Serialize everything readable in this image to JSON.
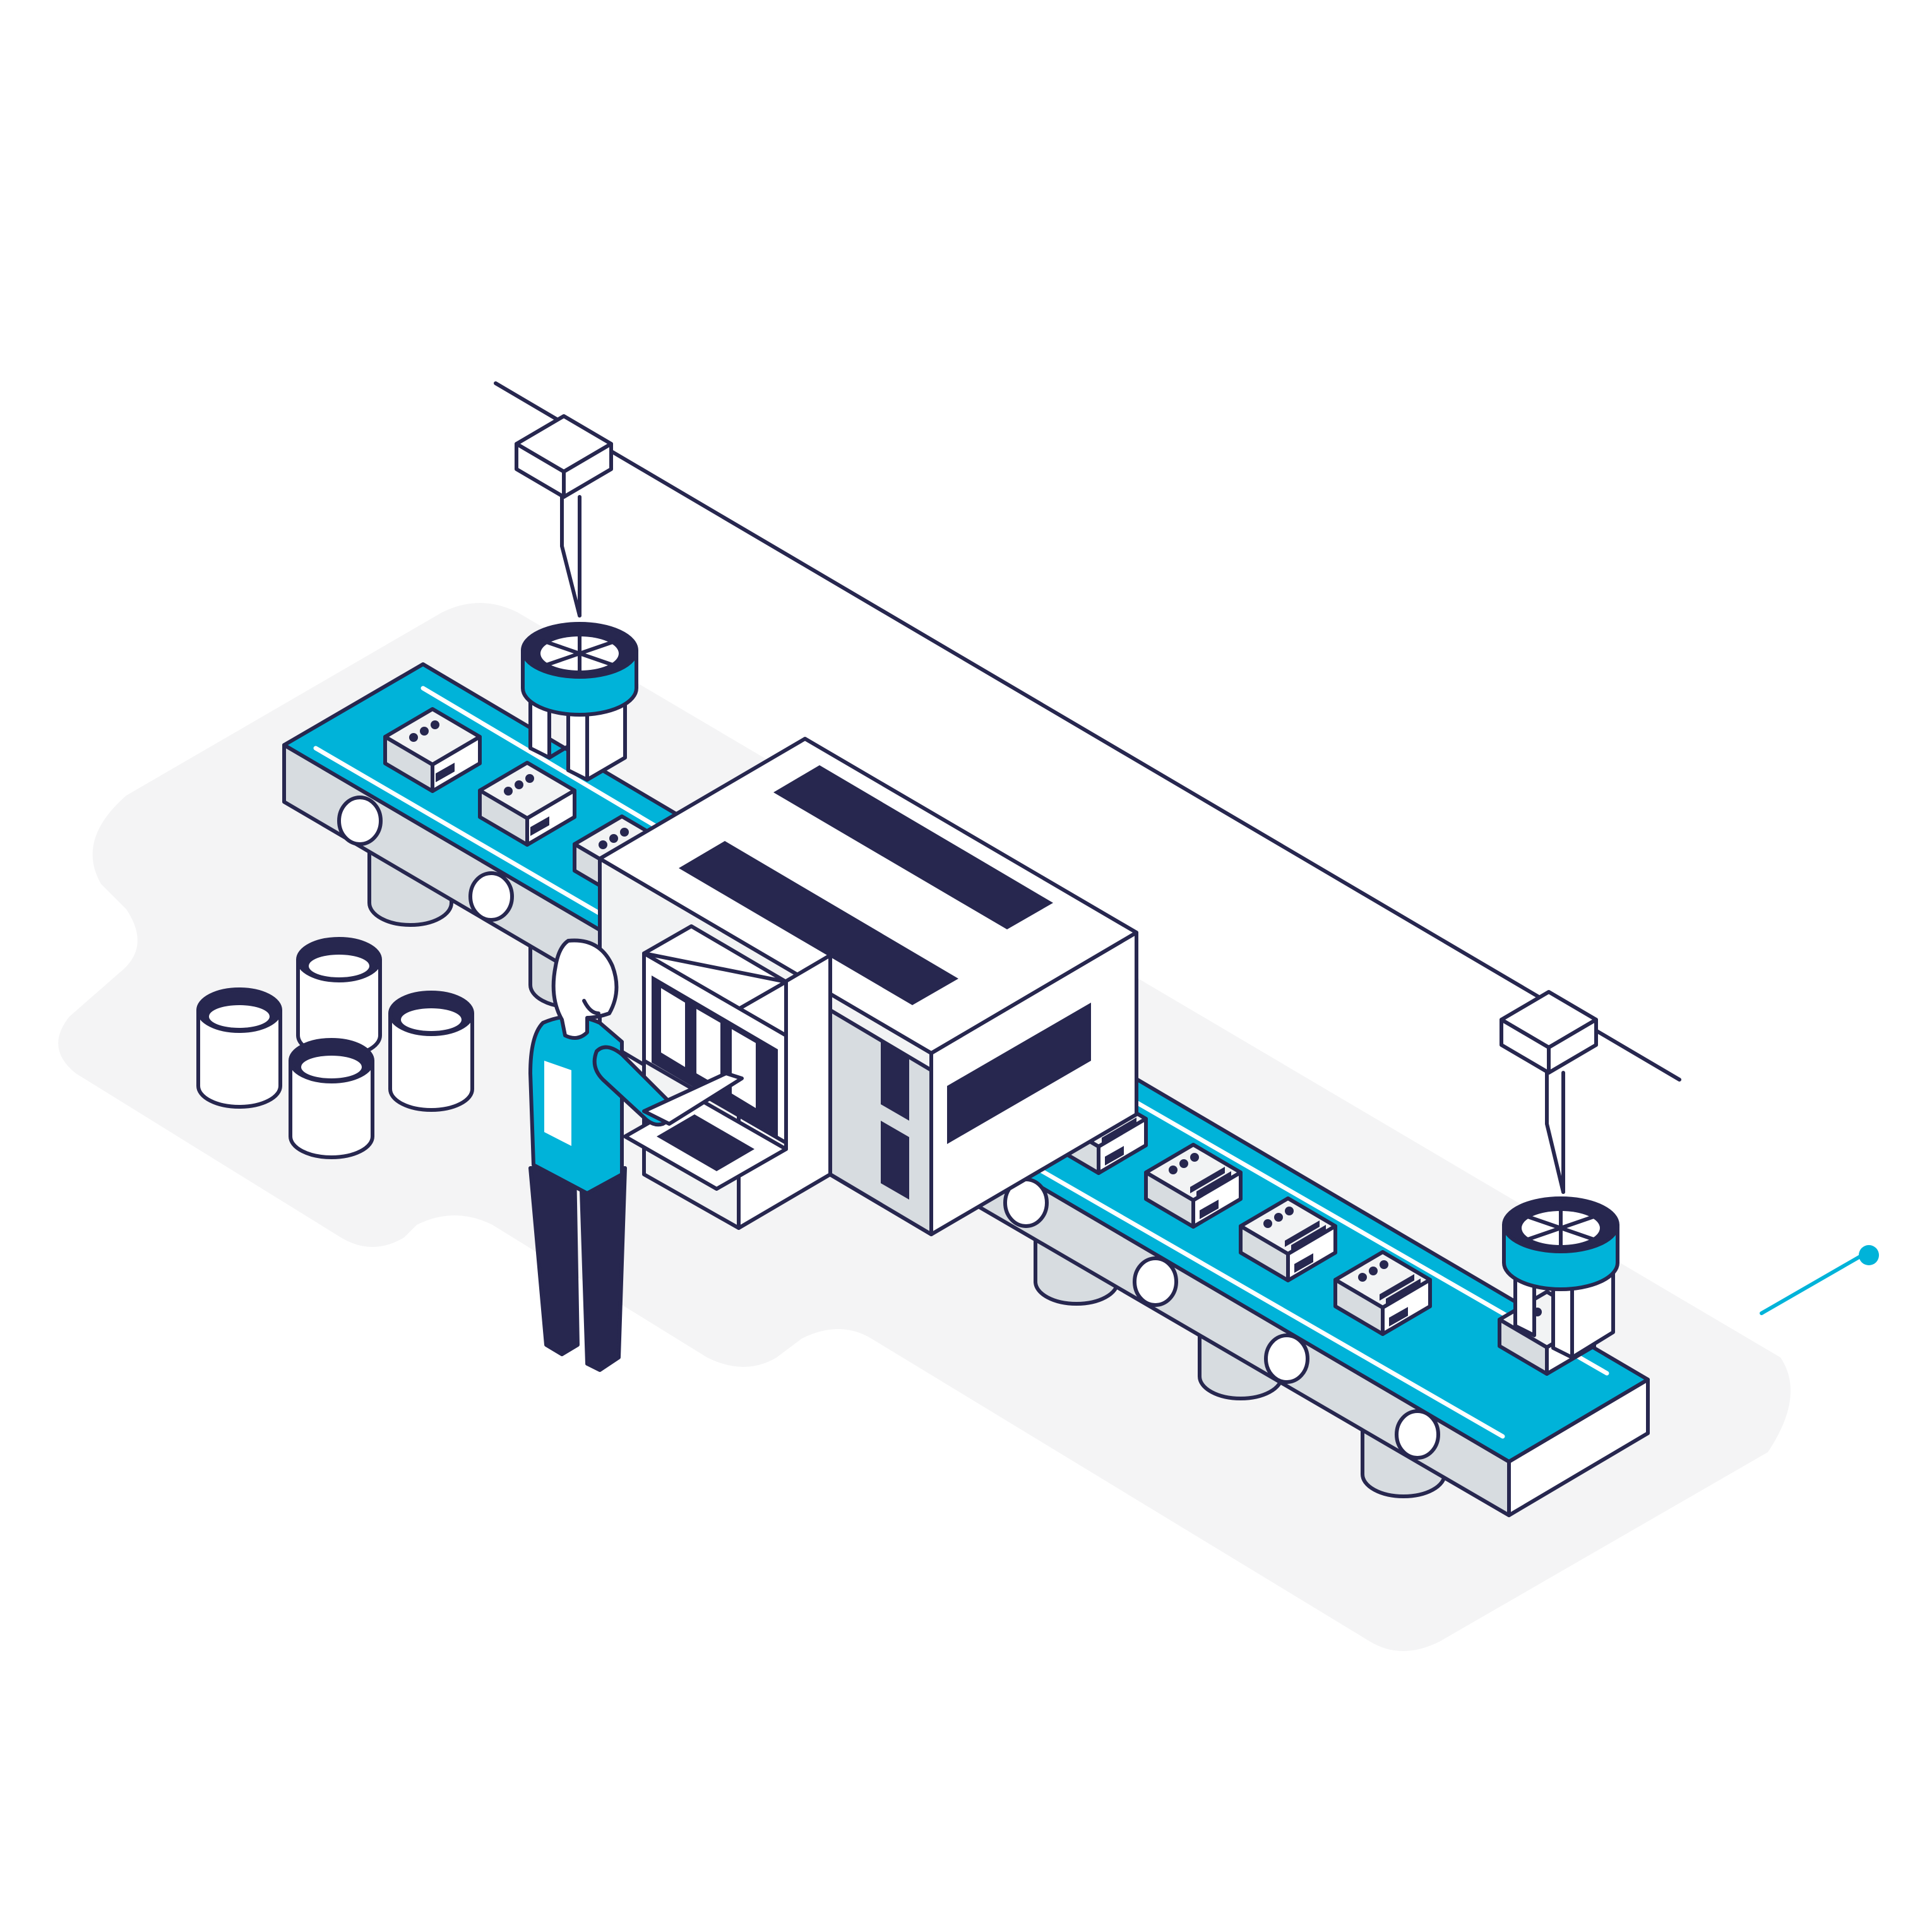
{
  "colors": {
    "background": "#ffffff",
    "floor_shadow": "#f4f4f5",
    "outline": "#27274f",
    "dark": "#27274f",
    "accent": "#00b3d9",
    "grey_light": "#f2f3f4",
    "grey_mid": "#d7dce0",
    "white": "#ffffff"
  },
  "scene": {
    "subject": "production-line",
    "parts": [
      "conveyor-belt-left",
      "conveyor-belt-right",
      "processing-machine",
      "control-panel",
      "overhead-rail",
      "robotic-grippers",
      "barrels",
      "operator",
      "product-boxes"
    ]
  }
}
